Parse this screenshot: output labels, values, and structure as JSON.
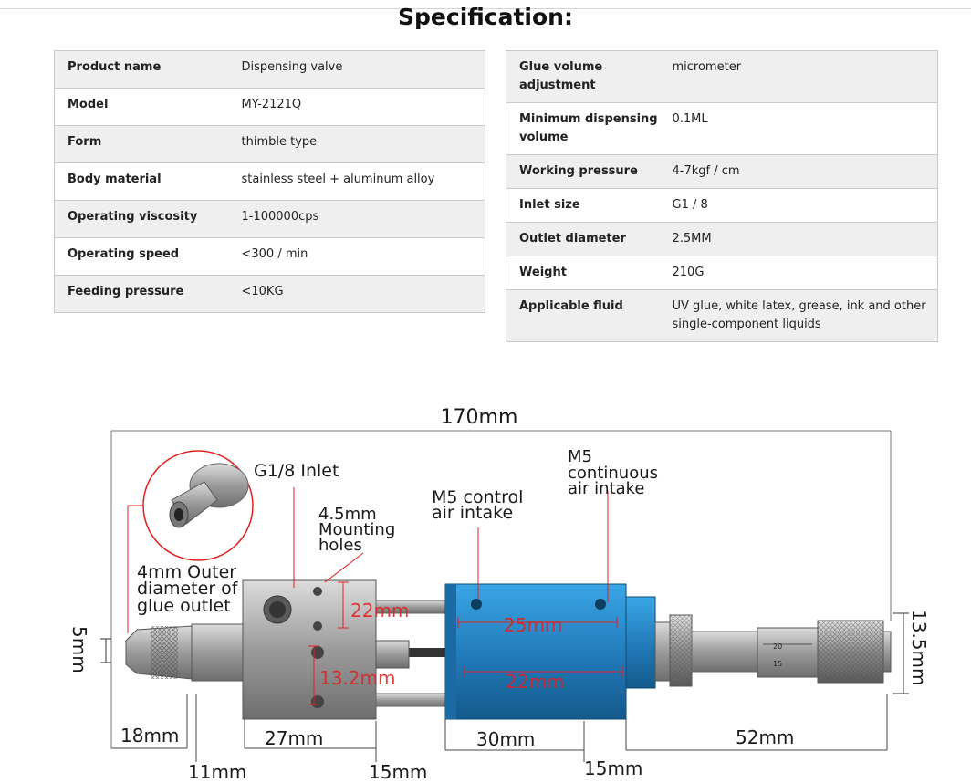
{
  "title": "Specification:",
  "left_table": [
    {
      "label": "Product name",
      "value": "Dispensing valve"
    },
    {
      "label": "Model",
      "value": "MY-2121Q"
    },
    {
      "label": "Form",
      "value": "thimble type"
    },
    {
      "label": "Body material",
      "value": "stainless steel + aluminum alloy"
    },
    {
      "label": "Operating viscosity",
      "value": "1-100000cps"
    },
    {
      "label": "Operating speed",
      "value": "<300 / min"
    },
    {
      "label": "Feeding pressure",
      "value": "<10KG"
    }
  ],
  "right_table": [
    {
      "label": "Glue volume adjustment",
      "value": "micrometer"
    },
    {
      "label": "Minimum dispensing volume",
      "value": "0.1ML"
    },
    {
      "label": "Working pressure",
      "value": "4-7kgf / cm"
    },
    {
      "label": "Inlet size",
      "value": "G1 / 8"
    },
    {
      "label": "Outlet diameter",
      "value": "2.5MM"
    },
    {
      "label": "Weight",
      "value": "210G"
    },
    {
      "label": "Applicable fluid",
      "value": "UV glue, white latex, grease, ink and other single-component liquids"
    }
  ],
  "diagram": {
    "total_length": "170mm",
    "inlet": "G1/8 Inlet",
    "mounting_holes": [
      "4.5mm",
      "Mounting",
      "holes"
    ],
    "control_air": [
      "M5 control",
      "air intake"
    ],
    "continuous_air": [
      "M5",
      "continuous",
      "air intake"
    ],
    "outlet_outer": [
      "4mm Outer",
      "diameter of",
      "glue outlet"
    ],
    "height_left": "5mm",
    "height_right": "13.5mm",
    "inner_22_top": "22mm",
    "inner_13_2": "13.2mm",
    "inner_25": "25mm",
    "inner_22_blue": "22mm",
    "bottom_18": "18mm",
    "bottom_27": "27mm",
    "bottom_30": "30mm",
    "bottom_52": "52mm",
    "bottom_11": "11mm",
    "bottom_15a": "15mm",
    "bottom_15b": "15mm",
    "micrometer_scale": [
      "20",
      "15"
    ]
  },
  "colors": {
    "valve_blue": "#2a8fd0",
    "steel": "#a8a8a8",
    "dim_red": "#e02020"
  }
}
